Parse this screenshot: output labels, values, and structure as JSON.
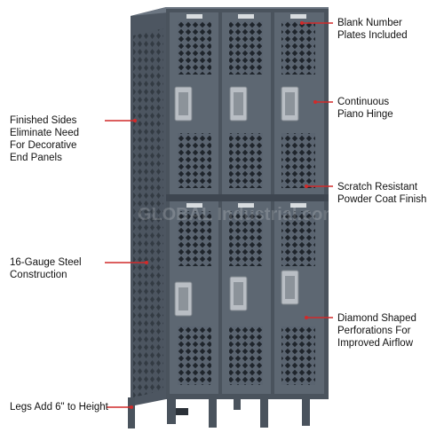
{
  "callouts": {
    "blank_number_plates": "Blank Number\nPlates Included",
    "continuous_piano_hinge": "Continuous\nPiano Hinge",
    "finished_sides": "Finished Sides\nEliminate Need\nFor Decorative\nEnd Panels",
    "scratch_resistant": "Scratch Resistant\nPowder Coat Finish",
    "gauge_steel": "16-Gauge Steel\nConstruction",
    "diamond_perforations": "Diamond Shaped\nPerforations For\nImproved Airflow",
    "legs_height": "Legs Add 6\" to Height"
  },
  "watermark": "GLOBAL Industrial.com",
  "colors": {
    "locker_body": "#5a6470",
    "locker_dark": "#3f4751",
    "locker_light": "#76808b",
    "callout_line": "#d12a2a",
    "handle": "#b9bec4"
  }
}
